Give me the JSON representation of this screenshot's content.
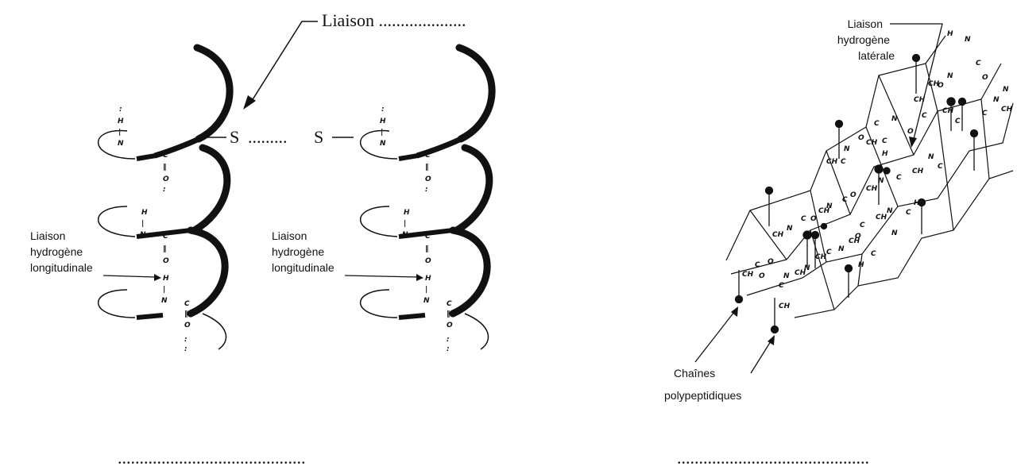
{
  "left_figure": {
    "top_label": "Liaison ....................",
    "bond_atom_left": "S",
    "bond_dots": ".........",
    "bond_atom_right": "S",
    "helix_label_1": [
      "Liaison",
      "hydrogène",
      "longitudinale"
    ],
    "helix_label_2": [
      "Liaison",
      "hydrogène",
      "longitudinale"
    ],
    "answer_line": "..........................................."
  },
  "right_figure": {
    "top_label": [
      "Liaison",
      "hydrogène",
      "latérale"
    ],
    "bottom_label": [
      "Chaînes",
      "polypeptidiques"
    ],
    "answer_line": "............................................"
  }
}
